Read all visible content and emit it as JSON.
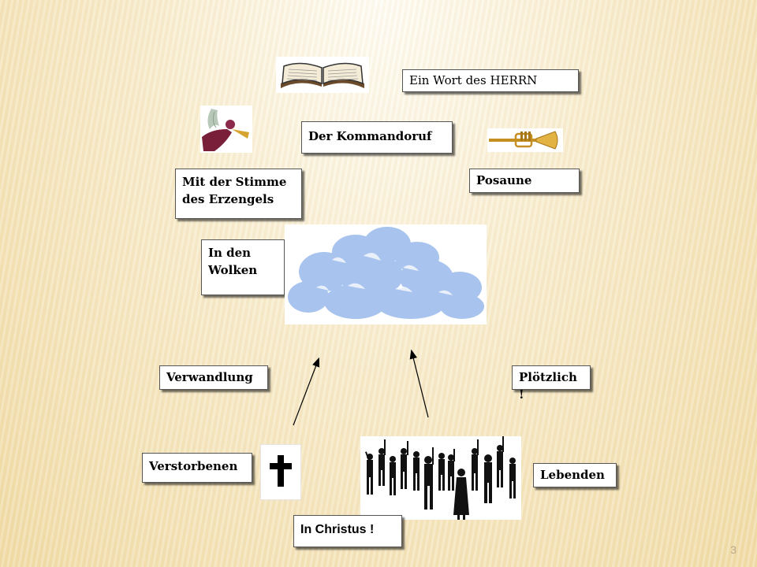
{
  "labels": {
    "word": "Ein Wort des HERRN",
    "command": "Der Kommandoruf",
    "archangel": "Mit der Stimme\ndes Erzengels",
    "trumpet": "Posaune",
    "clouds": "In den\nWolken",
    "transformation": "Verwandlung",
    "sudden": "Plötzlich !",
    "dead": "Verstorbenen",
    "living": "Lebenden",
    "in_christ": "In Christus !"
  },
  "slide_number": "3",
  "icons": [
    "open-book-icon",
    "angel-icon",
    "trumpet-icon",
    "cloud-icon",
    "cross-icon",
    "crowd-icon"
  ],
  "colors": {
    "cloud": "#a8c4ee",
    "angel_robe": "#7a1f3a",
    "trumpet": "#d8a431"
  }
}
